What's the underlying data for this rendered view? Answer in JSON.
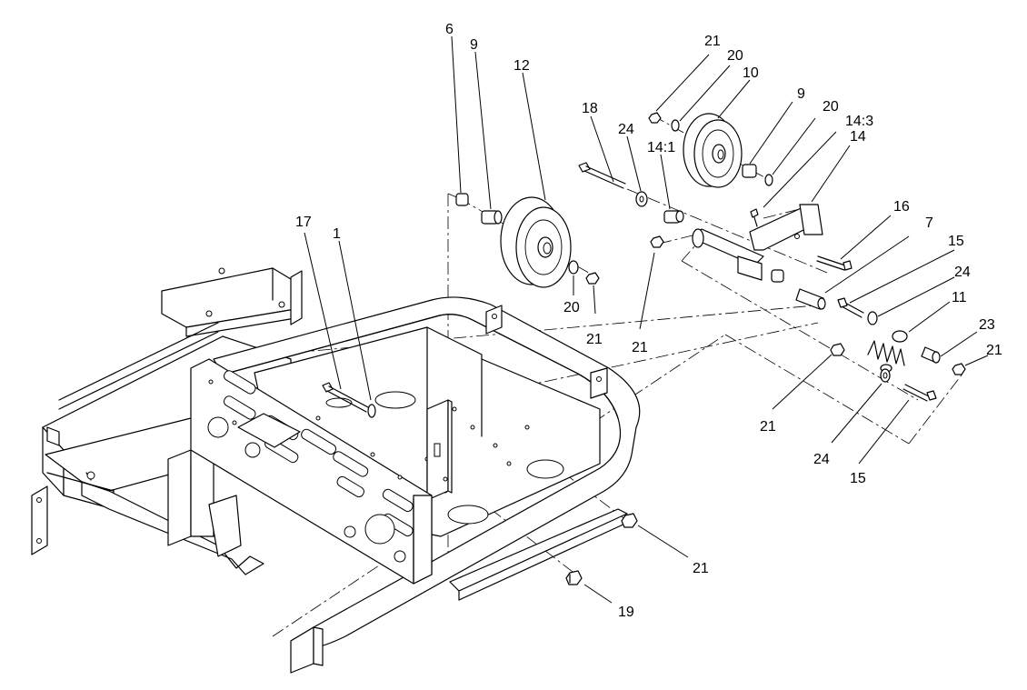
{
  "diagram": {
    "callouts": [
      {
        "id": "c-6",
        "text": "6"
      },
      {
        "id": "c-9a",
        "text": "9"
      },
      {
        "id": "c-12",
        "text": "12"
      },
      {
        "id": "c-20a",
        "text": "20"
      },
      {
        "id": "c-21a",
        "text": "21"
      },
      {
        "id": "c-17",
        "text": "17"
      },
      {
        "id": "c-1",
        "text": "1"
      },
      {
        "id": "c-18",
        "text": "18"
      },
      {
        "id": "c-24a",
        "text": "24"
      },
      {
        "id": "c-14-1",
        "text": "14:1"
      },
      {
        "id": "c-21b",
        "text": "21"
      },
      {
        "id": "c-20b",
        "text": "20"
      },
      {
        "id": "c-10",
        "text": "10"
      },
      {
        "id": "c-9b",
        "text": "9"
      },
      {
        "id": "c-20c",
        "text": "20"
      },
      {
        "id": "c-14-3",
        "text": "14:3"
      },
      {
        "id": "c-14",
        "text": "14"
      },
      {
        "id": "c-16",
        "text": "16"
      },
      {
        "id": "c-7",
        "text": "7"
      },
      {
        "id": "c-15a",
        "text": "15"
      },
      {
        "id": "c-24b",
        "text": "24"
      },
      {
        "id": "c-11",
        "text": "11"
      },
      {
        "id": "c-23",
        "text": "23"
      },
      {
        "id": "c-21c",
        "text": "21"
      },
      {
        "id": "c-21d",
        "text": "21"
      },
      {
        "id": "c-21e",
        "text": "21"
      },
      {
        "id": "c-24c",
        "text": "24"
      },
      {
        "id": "c-15b",
        "text": "15"
      },
      {
        "id": "c-21f",
        "text": "21"
      },
      {
        "id": "c-19",
        "text": "19"
      }
    ]
  }
}
